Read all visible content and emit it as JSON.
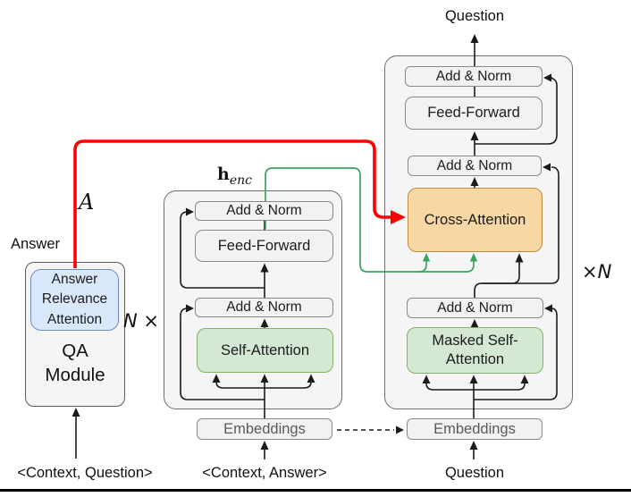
{
  "colors": {
    "red_path": "#ff0000",
    "green_path": "#3aa35e",
    "orange_fill": "#f7d7a3",
    "orange_border": "#bf8b3f",
    "green_fill": "#d5e8d4",
    "green_border": "#82b366",
    "blue_fill": "#dae8fc",
    "blue_border": "#6c8ebf",
    "box_fill": "#f2f2f2",
    "container_fill": "#f5f5f5"
  },
  "decoder": {
    "output_label": "Question",
    "repeat_label": "×N",
    "add_norm_top": "Add & Norm",
    "feed_forward": "Feed-Forward",
    "add_norm_mid": "Add & Norm",
    "cross_attention": "Cross-Attention",
    "add_norm_bottom": "Add & Norm",
    "masked_self_attention": "Masked Self-Attention",
    "embeddings": "Embeddings",
    "input_label": "Question"
  },
  "encoder": {
    "repeat_label": "N ×",
    "output_symbol": "h",
    "output_subscript": "enc",
    "add_norm_top": "Add & Norm",
    "feed_forward": "Feed-Forward",
    "add_norm_bottom": "Add & Norm",
    "self_attention": "Self-Attention",
    "embeddings": "Embeddings",
    "input_label": "<Context, Answer>"
  },
  "qa_module": {
    "answer_label": "Answer",
    "attention_symbol": "A",
    "relevance_block": "Answer Relevance Attention",
    "module_label": "QA Module",
    "input_label": "<Context, Question>"
  }
}
